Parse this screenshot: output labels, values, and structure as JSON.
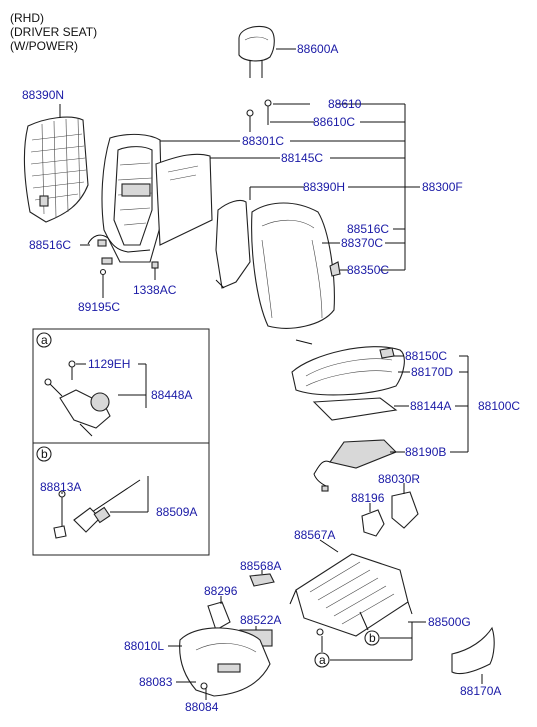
{
  "header": {
    "line1": "(RHD)",
    "line2": "(DRIVER SEAT)",
    "line3": "(W/POWER)"
  },
  "labels": {
    "p88600A": "88600A",
    "p88390N": "88390N",
    "p88610": "88610",
    "p88610C": "88610C",
    "p88301C": "88301C",
    "p88145C": "88145C",
    "p88390H": "88390H",
    "p88300F": "88300F",
    "p88516C_right": "88516C",
    "p88370C": "88370C",
    "p88350C": "88350C",
    "p88516C_left": "88516C",
    "p1338AC": "1338AC",
    "p89195C": "89195C",
    "p1129EH": "1129EH",
    "p88448A": "88448A",
    "p88150C": "88150C",
    "p88170D": "88170D",
    "p88144A": "88144A",
    "p88100C": "88100C",
    "p88190B": "88190B",
    "p88030R": "88030R",
    "p88813A": "88813A",
    "p88509A": "88509A",
    "p88196": "88196",
    "p88567A": "88567A",
    "p88568A": "88568A",
    "p88296": "88296",
    "p88522A": "88522A",
    "p88500G": "88500G",
    "p88010L": "88010L",
    "p88083": "88083",
    "p88084": "88084",
    "p88170A": "88170A"
  },
  "callouts": {
    "a": "a",
    "b": "b"
  }
}
